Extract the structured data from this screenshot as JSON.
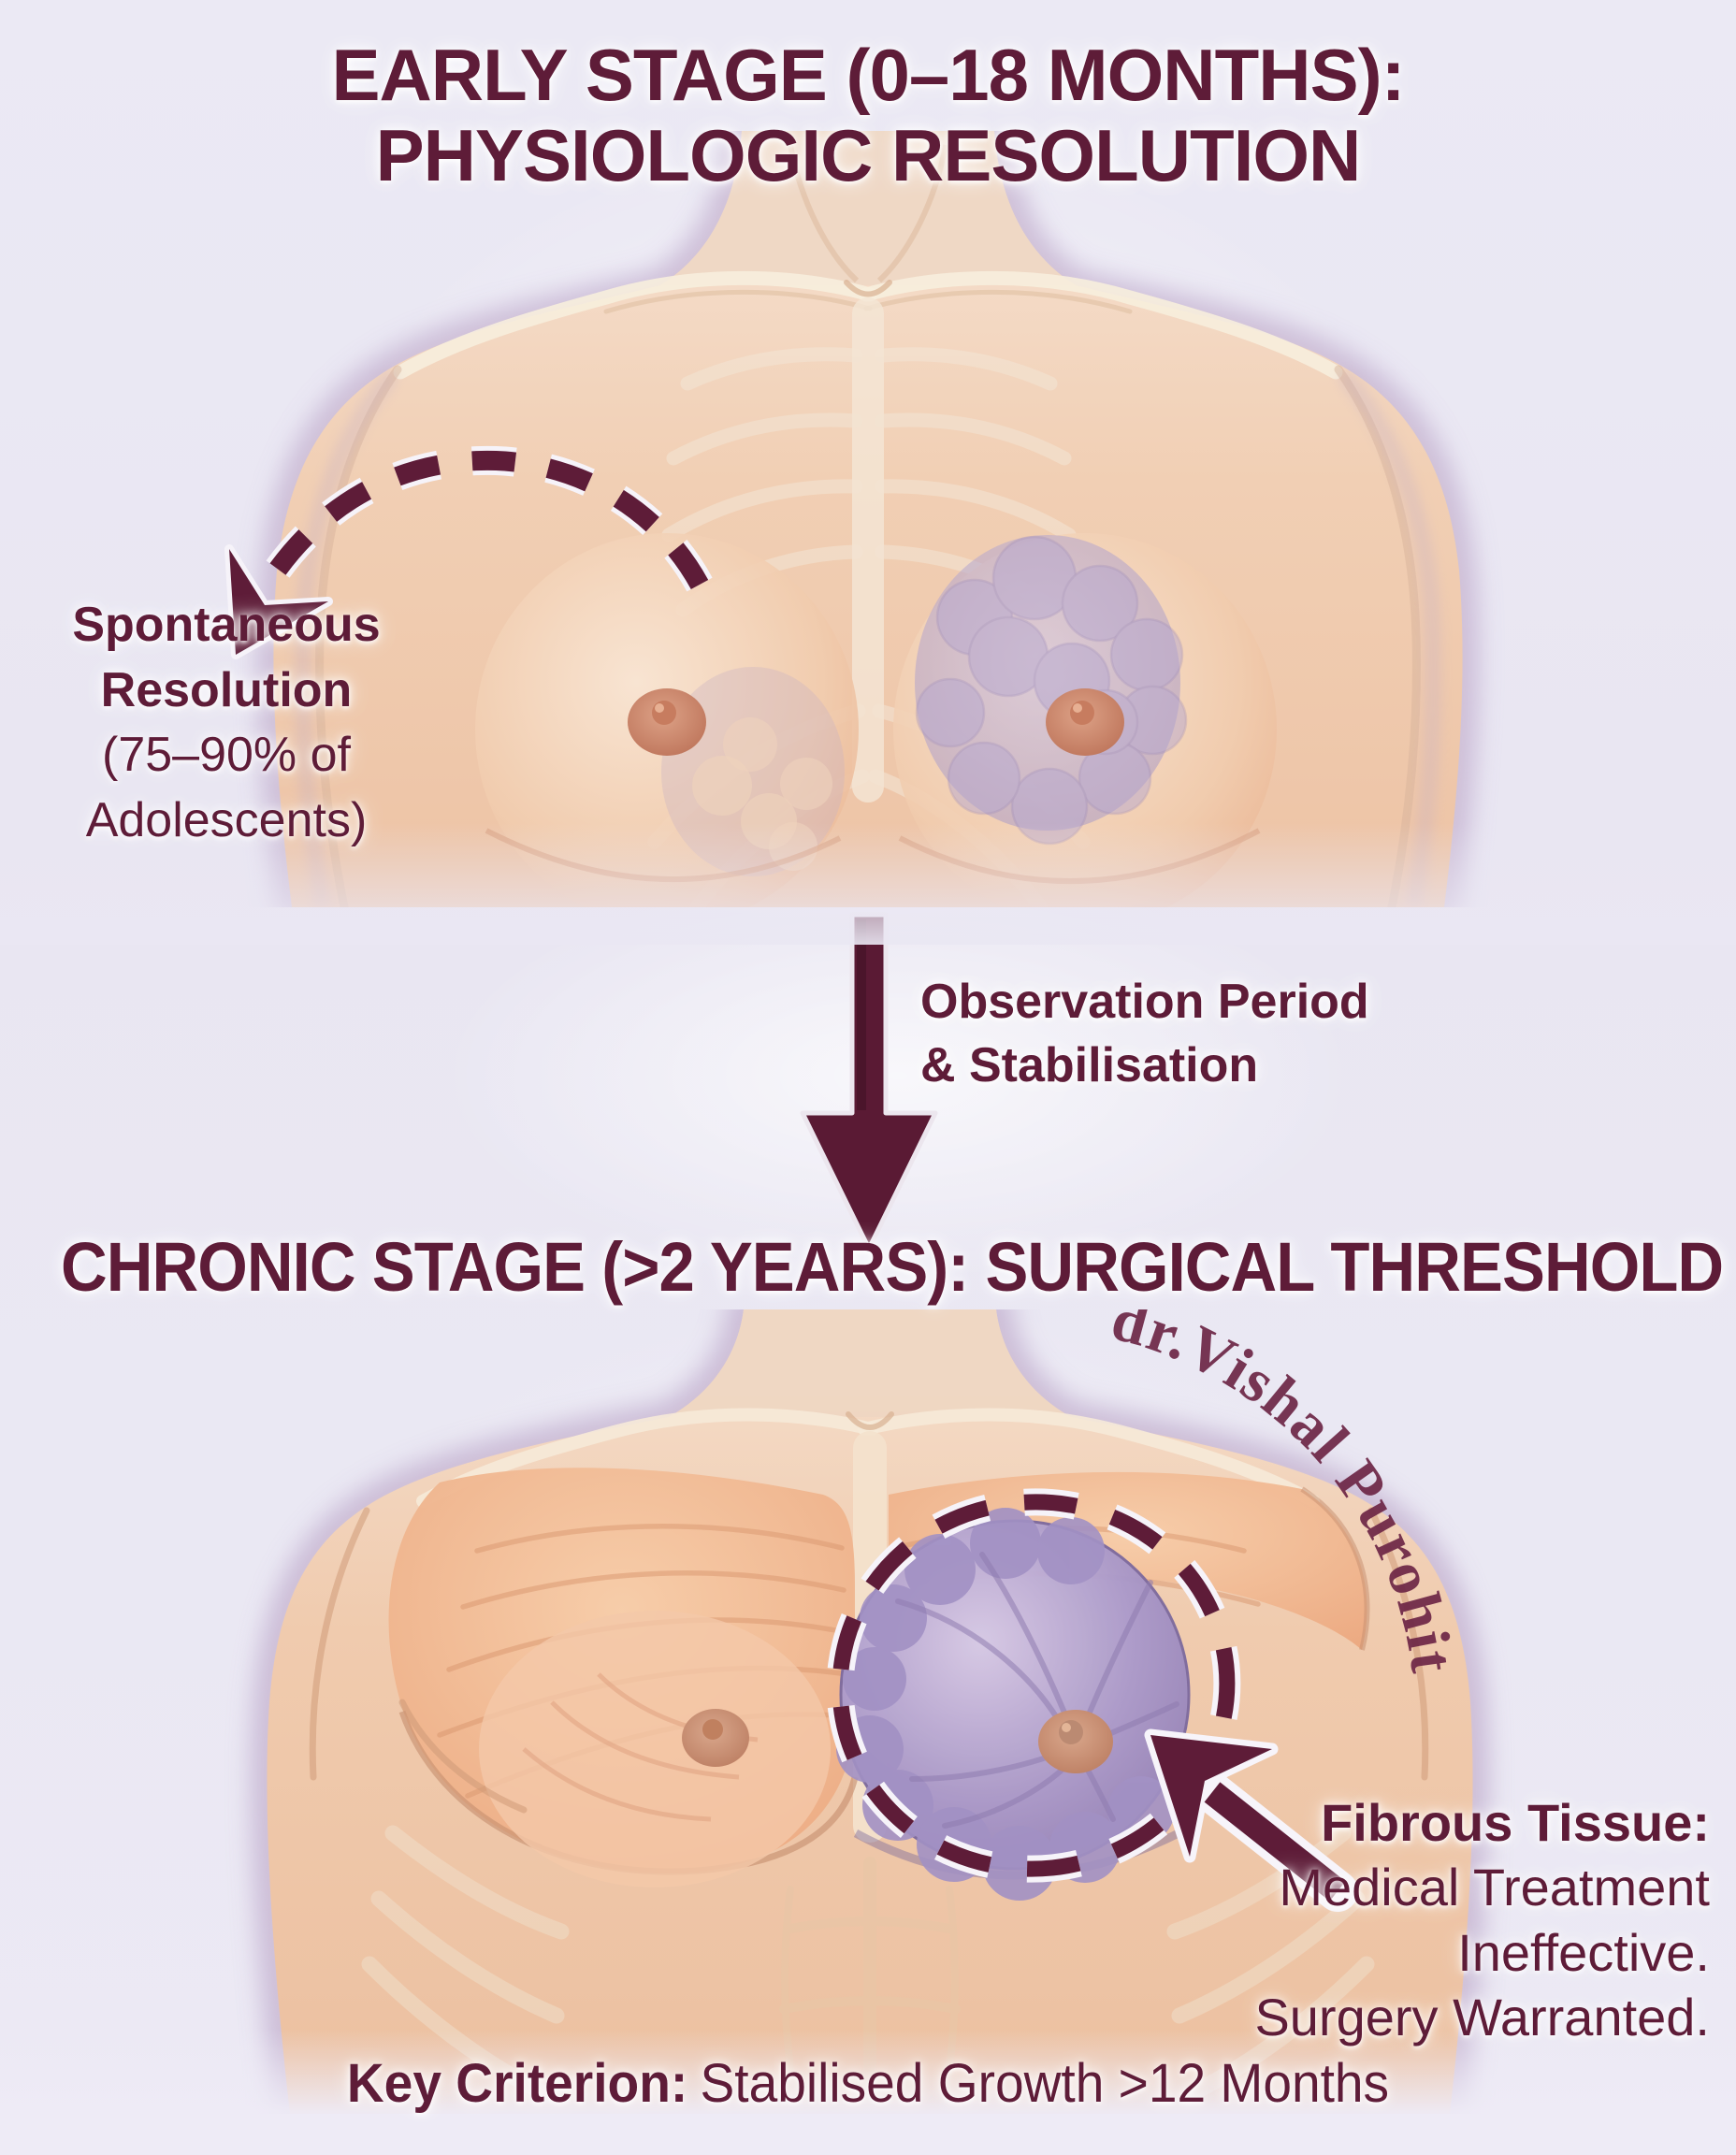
{
  "page": {
    "background": "#e9e7f2",
    "accent_maroon": "#5e1c38",
    "skin_tone": "#f1cfb4",
    "gland_purple": "#a493c3",
    "watermark_color": "#6d2646"
  },
  "icons": {
    "spontaneous_arrow": "dashed-curved-arrow",
    "transition_arrow": "big-down-arrow",
    "fibrous_arrow": "solid-callout-arrow",
    "lesion_marker": "dashed-circle"
  },
  "early": {
    "title_line1": "EARLY STAGE (0–18 MONTHS):",
    "title_line2": "PHYSIOLOGIC RESOLUTION",
    "callout_line1": "Spontaneous",
    "callout_line2": "Resolution",
    "callout_line3": "(75–90% of",
    "callout_line4": "Adolescents)"
  },
  "transition": {
    "line1": "Observation Period",
    "line2": "& Stabilisation"
  },
  "chronic": {
    "title": "CHRONIC STAGE (>2 YEARS): SURGICAL THRESHOLD",
    "watermark": "dr.Vishal Purohit",
    "callout_line1": "Fibrous Tissue:",
    "callout_line2": "Medical Treatment",
    "callout_line3": "Ineffective.",
    "callout_line4": "Surgery Warranted."
  },
  "footer": {
    "label": "Key Criterion:",
    "value": "Stabilised Growth >12 Months"
  }
}
